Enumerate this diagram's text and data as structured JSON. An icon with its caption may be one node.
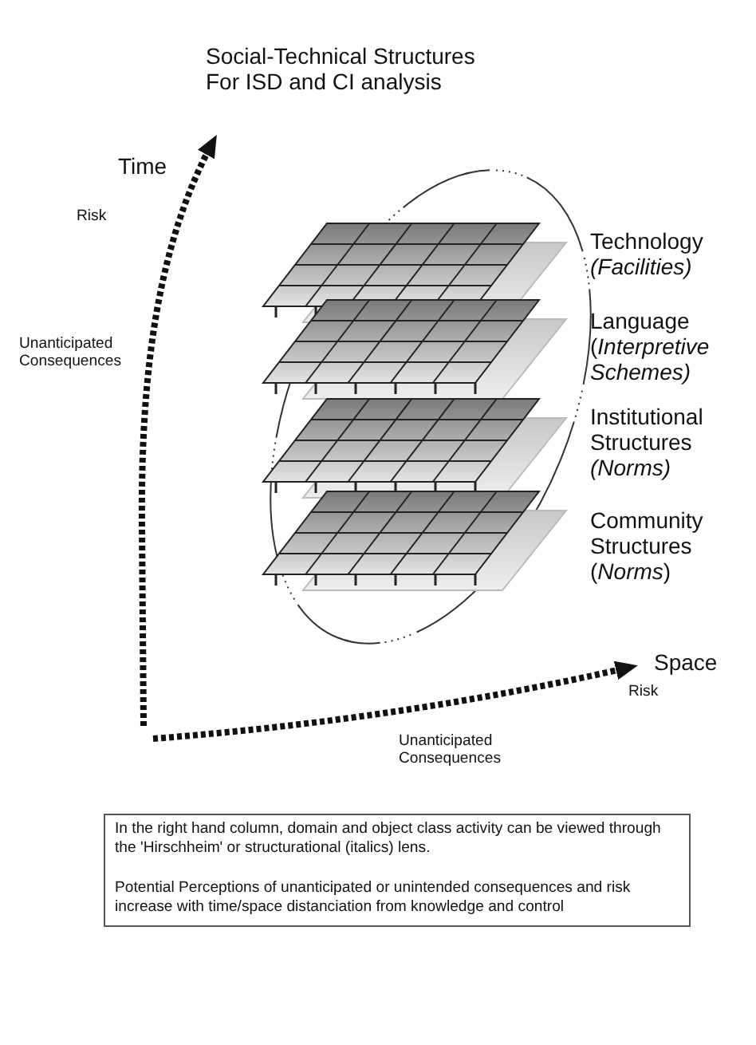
{
  "diagram": {
    "title": "Social-Technical Structures For ISD and CI analysis",
    "nodes": [
      {
        "text": [
          "In the right hand column, domain and object class activity can be viewed through the 'Hirschheim' or structurational (italics) lens.",
          "Potential Perceptions of unanticipated or unintended consequences and risk increase with time/space distanciation from knowledge and control"
        ]
      }
    ],
    "labels": [
      "Time",
      "Risk",
      "Technology *(Facilities)*",
      "Language (*Interpretive Schemes)*",
      "Unanticipated Consequences",
      "Institutional Structures *(Norms)*",
      "Community Structures (*Norms*)",
      "Space",
      "Risk",
      "Unanticipated Consequences"
    ]
  }
}
